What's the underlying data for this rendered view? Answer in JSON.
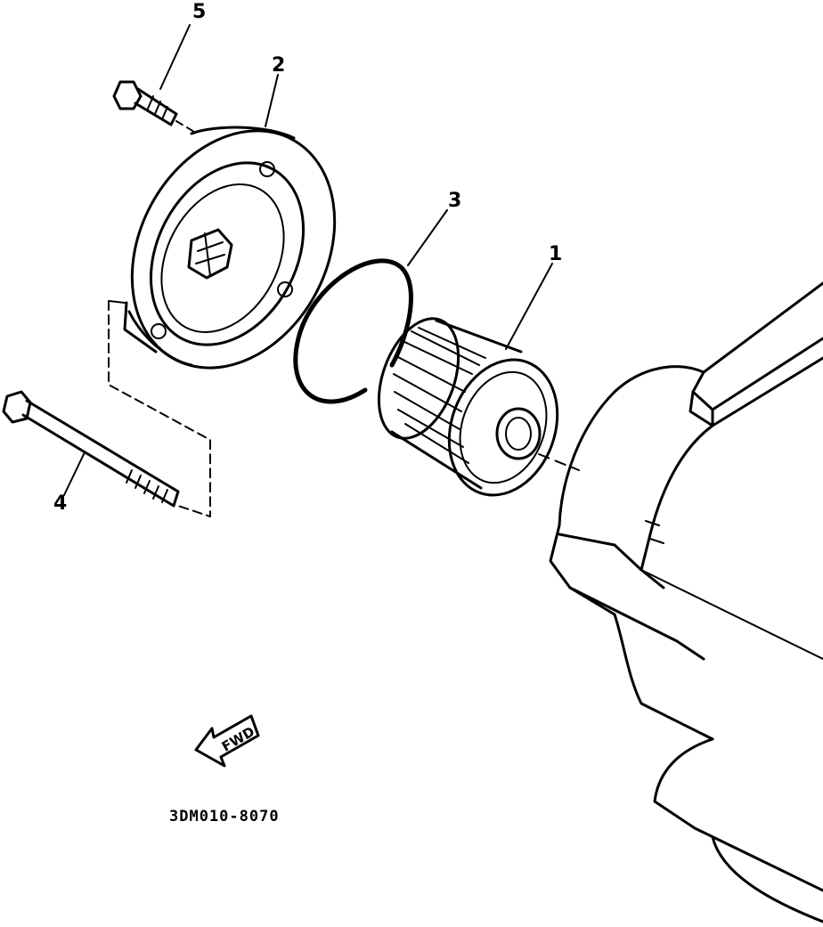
{
  "diagram": {
    "callouts": {
      "filter_element": "1",
      "filter_cover": "2",
      "o_ring": "3",
      "long_bolt": "4",
      "short_bolt": "5"
    },
    "fwd_label": "FWD",
    "part_code": "3DM010-8070"
  }
}
